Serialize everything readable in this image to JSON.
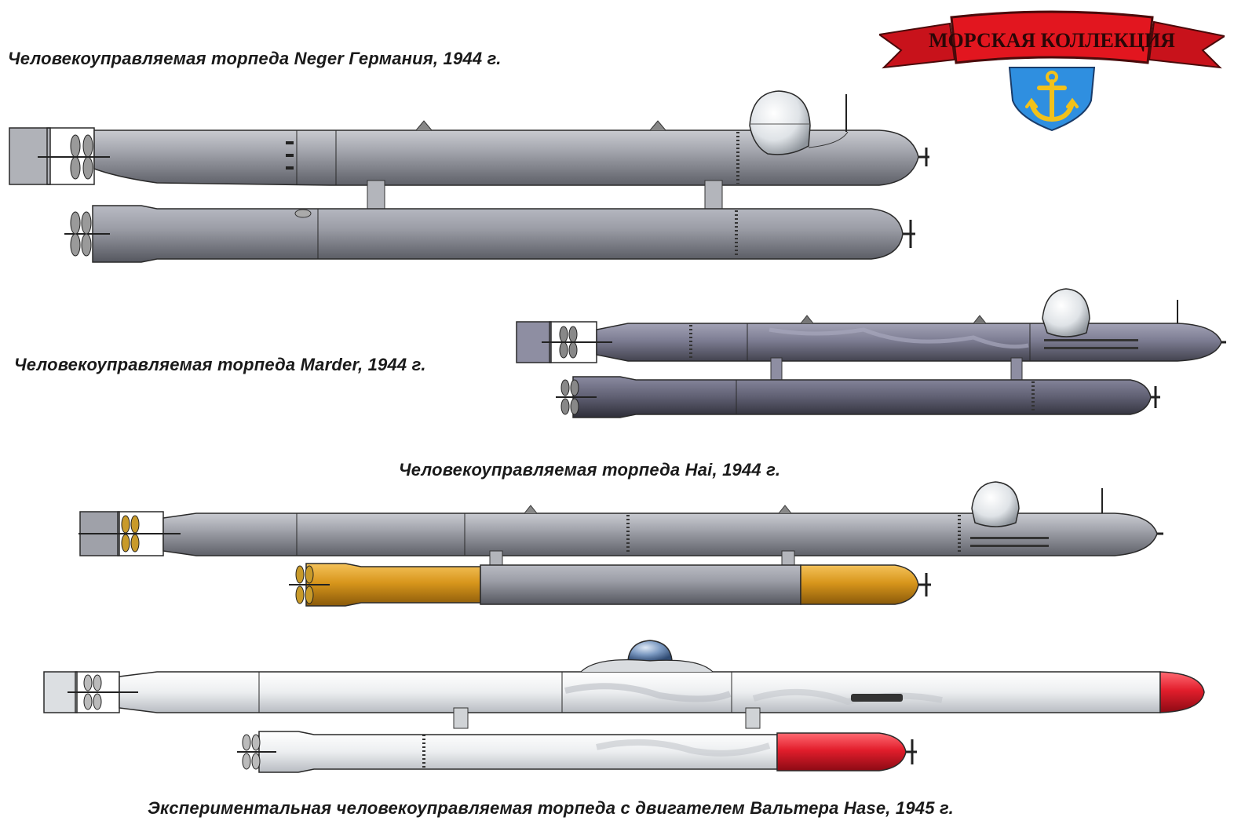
{
  "logo": {
    "banner_text": "МОРСКАЯ КОЛЛЕКЦИЯ",
    "banner_color": "#d8141c",
    "shield_color": "#2a8ee0",
    "anchor_color": "#f2c11a",
    "icon": "anchor-icon"
  },
  "captions": {
    "neger": "Человекоуправляемая торпеда Neger Германия, 1944 г.",
    "marder": "Человекоуправляемая торпеда Marder, 1944 г.",
    "hai": "Человекоуправляемая торпеда Hai, 1944 г.",
    "hase": "Экспериментальная человекоуправляемая торпеда с двигателем Вальтера Hase, 1945 г."
  },
  "colors": {
    "neger_hull": "#9a9ca4",
    "marder_hull": "#7a7a8e",
    "hai_hull": "#8e8f98",
    "hai_warhead": "#d89a1e",
    "hase_hull": "#eef0f2",
    "hase_red": "#e21e2c",
    "canopy": "#e8ecef"
  }
}
